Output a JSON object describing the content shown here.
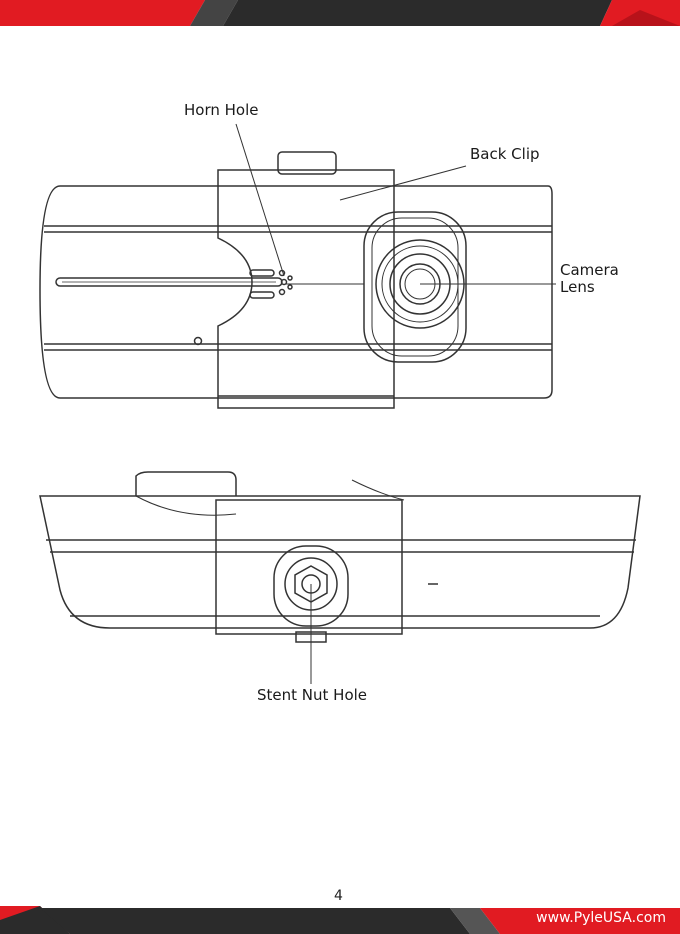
{
  "labels": {
    "horn_hole": "Horn Hole",
    "back_clip": "Back Clip",
    "camera_lens_line1": "Camera",
    "camera_lens_line2": "Lens",
    "stent_nut_hole": "Stent Nut Hole"
  },
  "footer": {
    "page_number": "4",
    "url": "www.PyleUSA.com"
  },
  "colors": {
    "band_dark": "#2b2b2b",
    "band_red": "#e11b22",
    "line": "#333333"
  }
}
